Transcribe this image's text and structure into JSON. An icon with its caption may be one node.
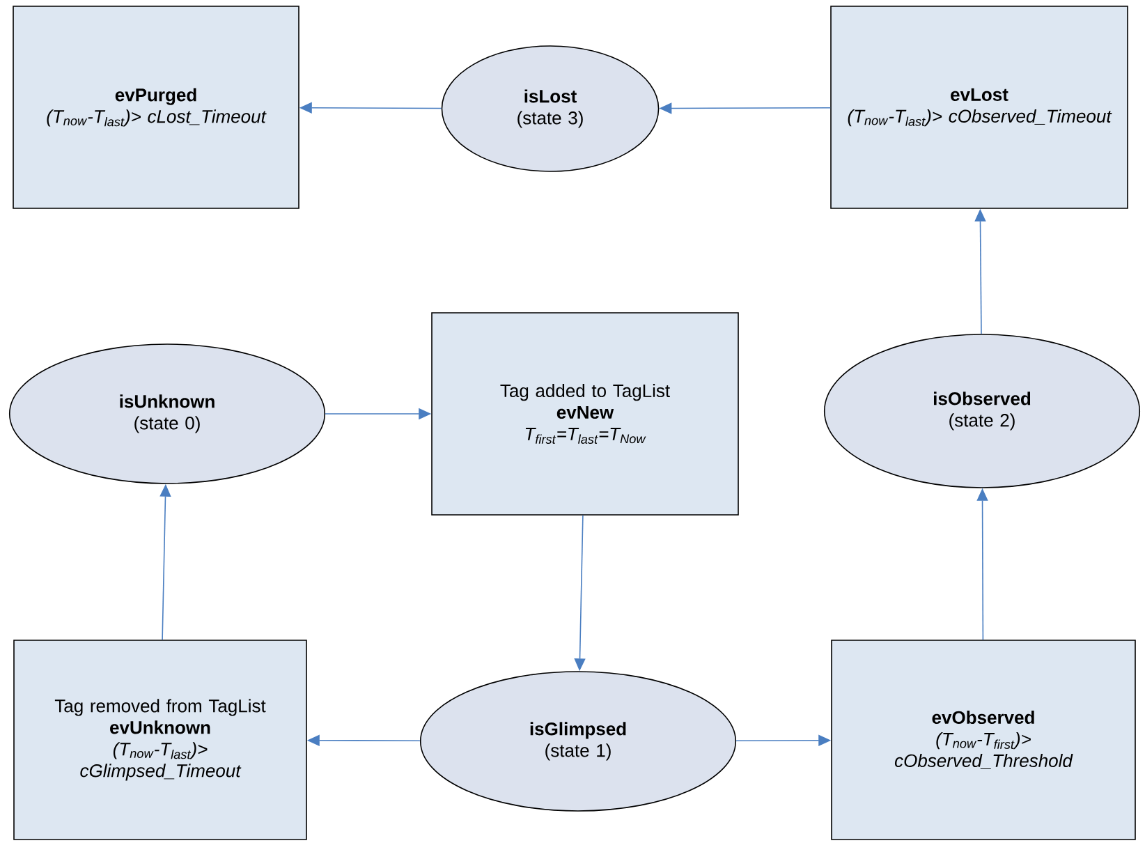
{
  "diagram": {
    "nodes": [
      {
        "text": [
          "evPurged",
          "(T$_{now}$-T$_{last}$)> cLost_Timeout"
        ]
      },
      {
        "text": [
          "isLost",
          "(state 3)"
        ]
      },
      {
        "text": [
          "evLost",
          "(T$_{now}$-T$_{last}$)> cObserved_Timeout"
        ]
      },
      {
        "text": [
          "isUnknown",
          "(state 0)"
        ]
      },
      {
        "text": [
          "Tag added to TagList",
          "evNew",
          "T$_{first}$=T$_{last}$=T$_{Now}$"
        ]
      },
      {
        "text": [
          "isObserved",
          "(state 2)"
        ]
      },
      {
        "text": [
          "Tag removed from TagList",
          "evUnknown",
          "(T$_{now}$-T$_{last}$)> cGlimpsed_Timeout"
        ]
      },
      {
        "text": [
          "isGlimpsed",
          "(state 1)"
        ]
      },
      {
        "text": [
          "evObserved",
          "(T$_{now}$-T$_{first}$)> cObserved_Threshold"
        ]
      }
    ],
    "edges": [
      {
        "from": 1,
        "to": 0,
        "arrow": "to"
      },
      {
        "from": 2,
        "to": 1,
        "arrow": "to"
      },
      {
        "from": 3,
        "to": 4,
        "arrow": "to"
      },
      {
        "from": 4,
        "to": 7,
        "arrow": "to"
      },
      {
        "from": 7,
        "to": 6,
        "arrow": "to"
      },
      {
        "from": 7,
        "to": 8,
        "arrow": "to"
      },
      {
        "from": 6,
        "to": 3,
        "arrow": "to"
      },
      {
        "from": 8,
        "to": 5,
        "arrow": "to"
      },
      {
        "from": 5,
        "to": 2,
        "arrow": "to"
      }
    ]
  }
}
